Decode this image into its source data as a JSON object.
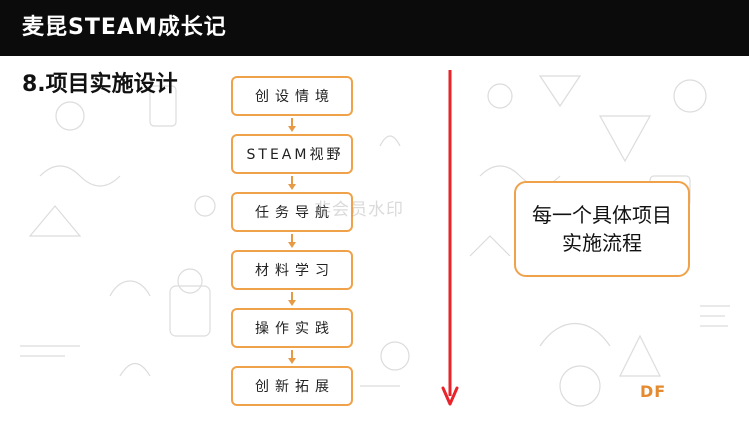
{
  "header": {
    "title": "麦昆STEAM成长记"
  },
  "section": {
    "title": "8.项目实施设计"
  },
  "flow": {
    "steps": [
      {
        "label": "创设情境"
      },
      {
        "label": "STEAM视野"
      },
      {
        "label": "任务导航"
      },
      {
        "label": "材料学习"
      },
      {
        "label": "操作实践"
      },
      {
        "label": "创新拓展"
      }
    ]
  },
  "callout": {
    "line1": "每一个具体项目",
    "line2": "实施流程"
  },
  "watermark": {
    "text": "非会员水印"
  },
  "logo": {
    "text": "DF"
  },
  "colors": {
    "header_bg": "#0b0b0b",
    "step_border": "#f0a24a",
    "arrow": "#e8232a",
    "logo": "#e58a2e"
  }
}
